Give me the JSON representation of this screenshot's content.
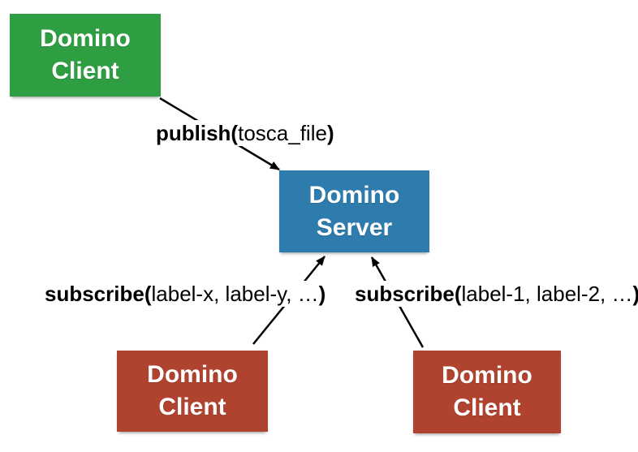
{
  "diagram": {
    "nodes": {
      "top_client": {
        "line1": "Domino",
        "line2": "Client",
        "role": "publisher",
        "color": "#2F9E42"
      },
      "server": {
        "line1": "Domino",
        "line2": "Server",
        "role": "broker",
        "color": "#2E7CAD"
      },
      "bottom_left_client": {
        "line1": "Domino",
        "line2": "Client",
        "role": "subscriber",
        "color": "#B0432F"
      },
      "bottom_right_client": {
        "line1": "Domino",
        "line2": "Client",
        "role": "subscriber",
        "color": "#B0432F"
      }
    },
    "edges": {
      "publish": {
        "bold_open": "publish(",
        "args": "tosca_file",
        "bold_close": ")",
        "from": "top_client",
        "to": "server"
      },
      "subscribe_left": {
        "bold_open": "subscribe(",
        "args": "label-x, label-y, …",
        "bold_close": ")",
        "from": "bottom_left_client",
        "to": "server"
      },
      "subscribe_right": {
        "bold_open": "subscribe(",
        "args": "label-1, label-2, …",
        "bold_close": ")",
        "from": "bottom_right_client",
        "to": "server"
      }
    },
    "colors": {
      "background": "#FFFFFF",
      "arrow": "#000000",
      "node_text": "#FFFFFF",
      "label_text": "#000000",
      "publisher_green": "#2F9E42",
      "server_blue": "#2E7CAD",
      "subscriber_red": "#B0432F"
    }
  }
}
